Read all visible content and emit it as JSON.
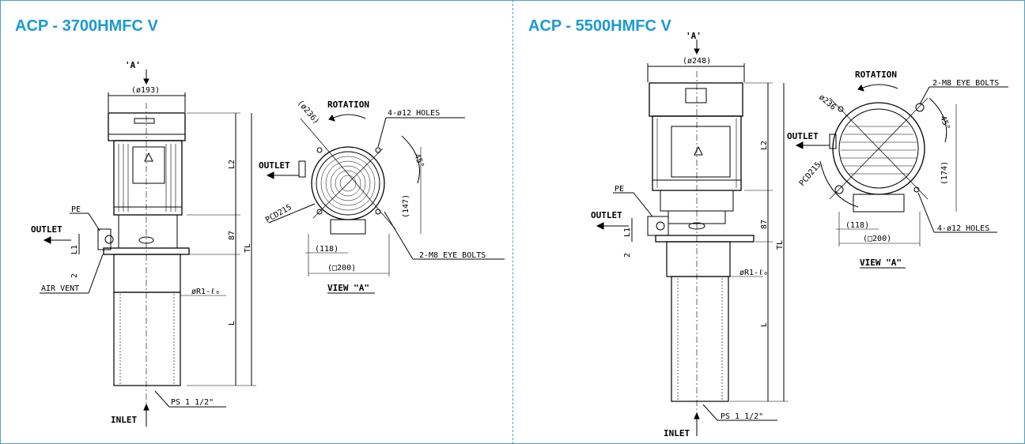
{
  "left": {
    "title": "ACP - 3700HMFC V",
    "labels": {
      "view_marker": "'A'",
      "dia": "(ø193)",
      "pe": "PE",
      "outlet": "OUTLET",
      "l1": "L1",
      "two": "2",
      "air_vent": "AIR VENT",
      "l2": "L2",
      "d87": "87",
      "tl": "TL",
      "l": "L",
      "r1": "øR1-ℓ₀",
      "inlet": "INLET",
      "ps": "PS 1 1/2\""
    },
    "view": {
      "dia": "(ø236)",
      "rotation": "ROTATION",
      "holes": "4-ø12 HOLES",
      "outlet": "OUTLET",
      "angle": "45°",
      "pcd": "PCD215",
      "d147": "(147)",
      "d118": "(118)",
      "sq200": "(□200)",
      "bolts": "2-M8 EYE BOLTS",
      "caption": "VIEW \"A\""
    }
  },
  "right": {
    "title": "ACP - 5500HMFC V",
    "labels": {
      "view_marker": "'A'",
      "dia": "(ø248)",
      "pe": "PE",
      "outlet": "OUTLET",
      "l1": "L1",
      "two": "2",
      "l2": "L2",
      "d87": "87",
      "tl": "TL",
      "l": "L",
      "r1": "øR1-ℓ₀",
      "inlet": "INLET",
      "ps": "PS 1 1/2\""
    },
    "view": {
      "dia": "ø236",
      "rotation": "ROTATION",
      "bolts": "2-M8 EYE BOLTS",
      "outlet": "OUTLET",
      "angle": "45°",
      "pcd": "PCD215",
      "d174": "(174)",
      "d118": "(118)",
      "sq200": "(□200)",
      "holes": "4-ø12 HOLES",
      "caption": "VIEW \"A\""
    }
  }
}
